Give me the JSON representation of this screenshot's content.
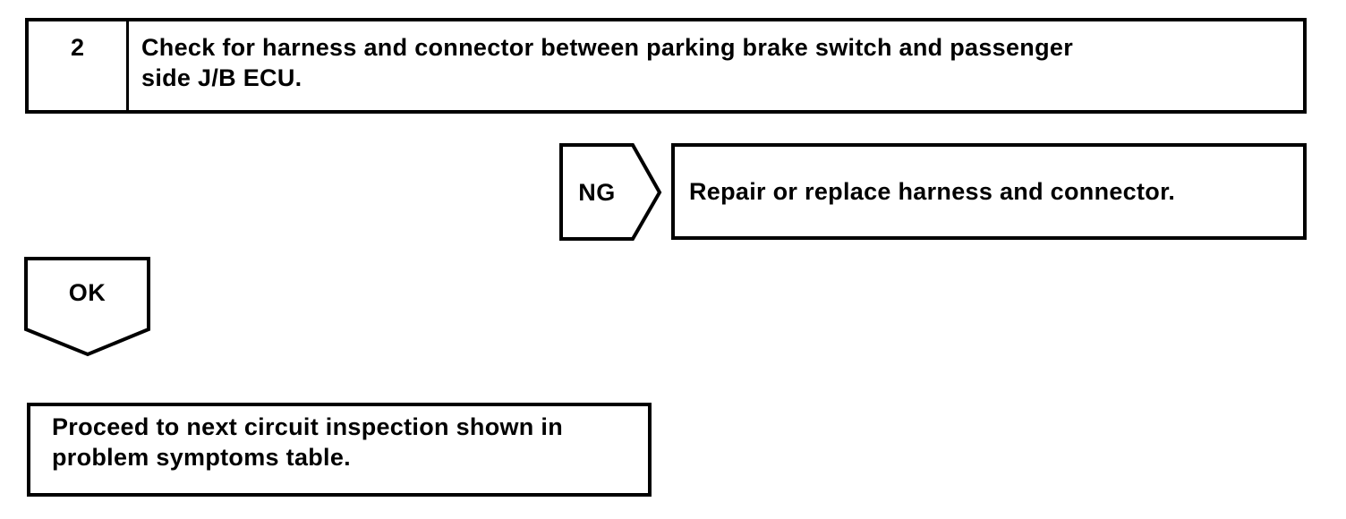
{
  "page": {
    "background_color": "#ffffff",
    "ink_color": "#000000"
  },
  "flowchart": {
    "step_box": {
      "number": "2",
      "lines": [
        "Check for harness and connector between parking brake switch and passenger",
        "side J/B ECU."
      ]
    },
    "ng_connector": {
      "label": "NG"
    },
    "ng_result_box": {
      "text": "Repair or replace harness and connector."
    },
    "ok_connector": {
      "label": "OK"
    },
    "ok_result_box": {
      "lines": [
        "Proceed to next circuit inspection shown in",
        "problem symptoms table."
      ]
    }
  }
}
